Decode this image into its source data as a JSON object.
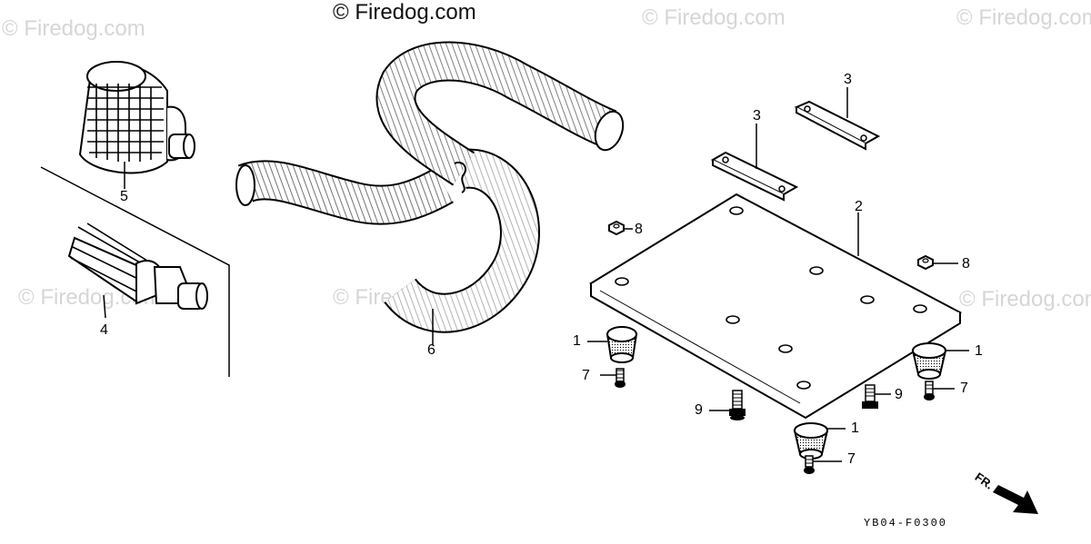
{
  "watermarks": {
    "main": "© Firedog.com",
    "faint": "© Firedog.com"
  },
  "callouts": {
    "c1a": "1",
    "c1b": "1",
    "c1c": "1",
    "c2": "2",
    "c3a": "3",
    "c3b": "3",
    "c4": "4",
    "c5": "5",
    "c6": "6",
    "c7a": "7",
    "c7b": "7",
    "c7c": "7",
    "c8a": "8",
    "c8b": "8",
    "c9a": "9",
    "c9b": "9"
  },
  "diagram_code": "YB04-F0300",
  "front_label": "FR.",
  "colors": {
    "ink": "#000000",
    "watermark": "#d6d6d6"
  }
}
